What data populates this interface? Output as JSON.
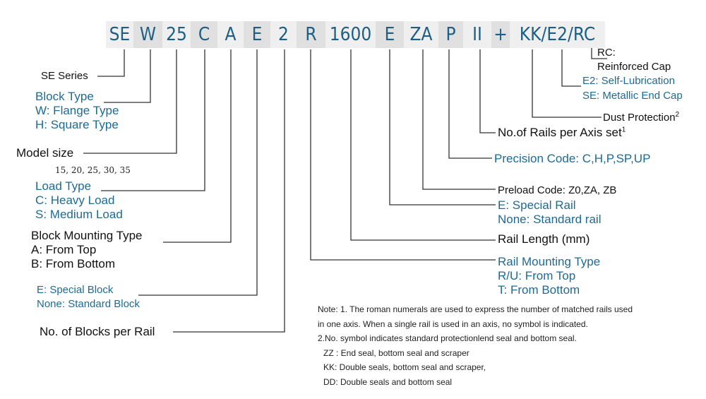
{
  "code": [
    "SE",
    "W",
    "25",
    "C",
    "A",
    "E",
    "2",
    "R",
    "1600",
    "E",
    "ZA",
    "P",
    "II",
    "+",
    "KK/E2/RC"
  ],
  "labels": {
    "se_series": "SE Series",
    "block_type": {
      "title": "Block Type",
      "w": "W: Flange Type",
      "h": "H: Square Type"
    },
    "model_size": {
      "title": "Model size",
      "values": "15, 20, 25, 30, 35"
    },
    "load_type": {
      "title": "Load Type",
      "c": "C: Heavy Load",
      "s": "S: Medium Load"
    },
    "block_mounting": {
      "title": "Block Mounting Type",
      "a": "A: From Top",
      "b": "B: From Bottom"
    },
    "block_special": {
      "e": "E: Special Block",
      "none": "None: Standard Block"
    },
    "blocks_per_rail": "No. of Blocks per Rail",
    "rc": {
      "title": "RC:",
      "desc": "Reinforced Cap"
    },
    "e2": "E2: Self-Lubrication",
    "se_cap": "SE: Metallic End Cap",
    "dust": {
      "text": "Dust Protection",
      "sup": "2"
    },
    "rails_per_axis": {
      "text": "No.of Rails per Axis set",
      "sup": "1"
    },
    "precision": "Precision Code: C,H,P,SP,UP",
    "preload": "Preload Code: Z0,ZA, ZB",
    "rail_special": {
      "e": "E: Special Rail",
      "none": "None: Standard rail"
    },
    "rail_length": "Rail Length (mm)",
    "rail_mounting": {
      "title": "Rail Mounting Type",
      "ru": "R/U: From Top",
      "t": "T: From Bottom"
    }
  },
  "notes": [
    "Note: 1. The roman numerals are used to express the number of matched rails used",
    "in one axis. When a single rail is used in an axis, no symbol is indicated.",
    "2.No. symbol indicates standard protectionlend seal and bottom seal.",
    "ZZ : End seal, bottom seal and scraper",
    "KK: Double seals, bottom seal and scraper,",
    "DD: Double seals and bottom seal"
  ]
}
